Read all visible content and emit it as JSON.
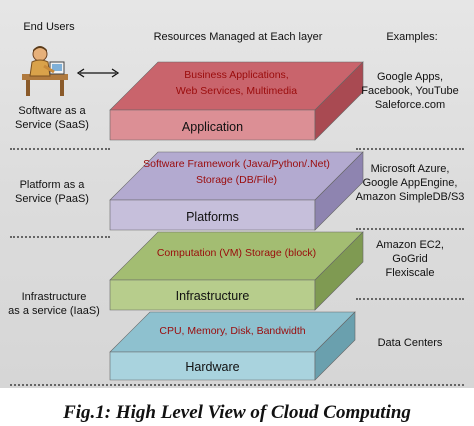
{
  "headers": {
    "end_users": "End Users",
    "resources": "Resources Managed at Each layer",
    "examples": "Examples:"
  },
  "service_models": {
    "saas": [
      "Software as a",
      "Service (SaaS)"
    ],
    "paas": [
      "Platform as a",
      "Service (PaaS)"
    ],
    "iaas": [
      "Infrastructure",
      "as a service (IaaS)"
    ]
  },
  "layers": [
    {
      "label": "Application",
      "resources": [
        "Business Applications,",
        "Web Services,  Multimedia"
      ],
      "examples": [
        "Google Apps,",
        "Facebook, YouTube",
        "Saleforce.com"
      ],
      "front_color": "#dc8f95",
      "top_color": "#c9646c",
      "side_color": "#a94a52"
    },
    {
      "label": "Platforms",
      "resources": [
        "Software Framework (Java/Python/.Net)",
        "Storage (DB/File)"
      ],
      "examples": [
        "Microsoft Azure,",
        "Google AppEngine,",
        "Amazon SimpleDB/S3"
      ],
      "front_color": "#c6bfdb",
      "top_color": "#b3aad0",
      "side_color": "#8e84b0"
    },
    {
      "label": "Infrastructure",
      "resources": [
        "Computation (VM) Storage (block)"
      ],
      "examples": [
        "Amazon EC2,",
        "GoGrid",
        "Flexiscale"
      ],
      "front_color": "#b7cd8c",
      "top_color": "#a3bd72",
      "side_color": "#7f9a52"
    },
    {
      "label": "Hardware",
      "resources": [
        "CPU, Memory, Disk, Bandwidth"
      ],
      "examples": [
        "Data Centers"
      ],
      "front_color": "#a9d3de",
      "top_color": "#8ec1cf",
      "side_color": "#6aa0ae"
    }
  ],
  "caption": "Fig.1: High Level View of Cloud Computing"
}
